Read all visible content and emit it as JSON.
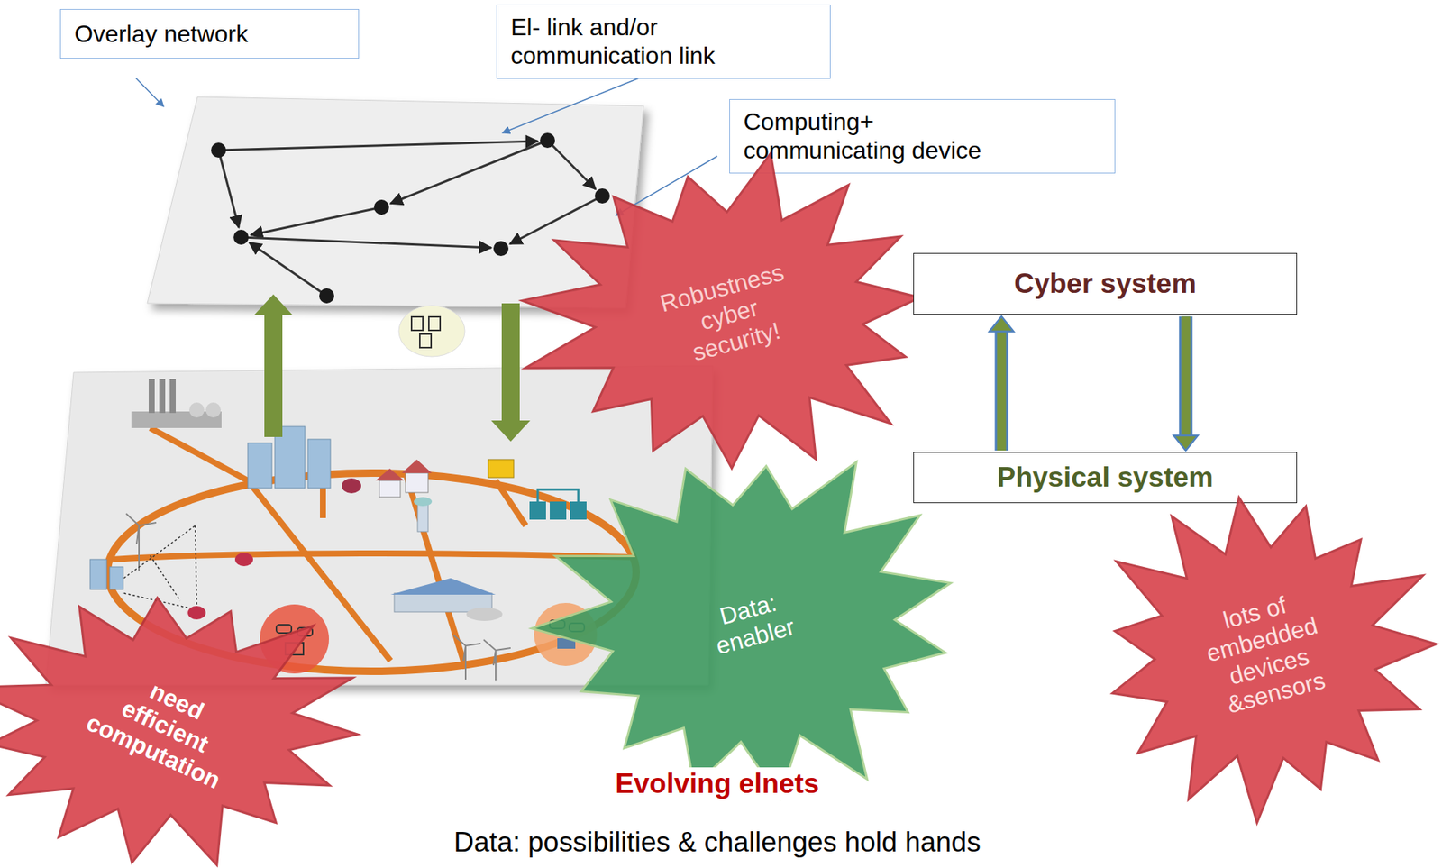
{
  "diagram": {
    "title": "Evolving elnets",
    "caption": "Data: possibilities & challenges hold hands",
    "nodes": [
      {
        "text": [
          "Overlay network"
        ]
      },
      {
        "text": [
          "El- link and/or communication link"
        ]
      },
      {
        "text": [
          "Computing+ communicating device"
        ]
      },
      {
        "text": [
          "Robustness cyber security!"
        ]
      },
      {
        "text": [
          "Cyber system"
        ]
      },
      {
        "text": [
          "Physical system"
        ]
      },
      {
        "text": [
          "Data: enabler"
        ]
      },
      {
        "text": [
          "lots of embedded devices &sensors"
        ]
      },
      {
        "text": [
          "need efficient computation"
        ]
      }
    ],
    "edges": [
      {
        "from": 5,
        "to": 4,
        "arrow": "to"
      },
      {
        "from": 4,
        "to": 5,
        "arrow": "to"
      }
    ]
  }
}
